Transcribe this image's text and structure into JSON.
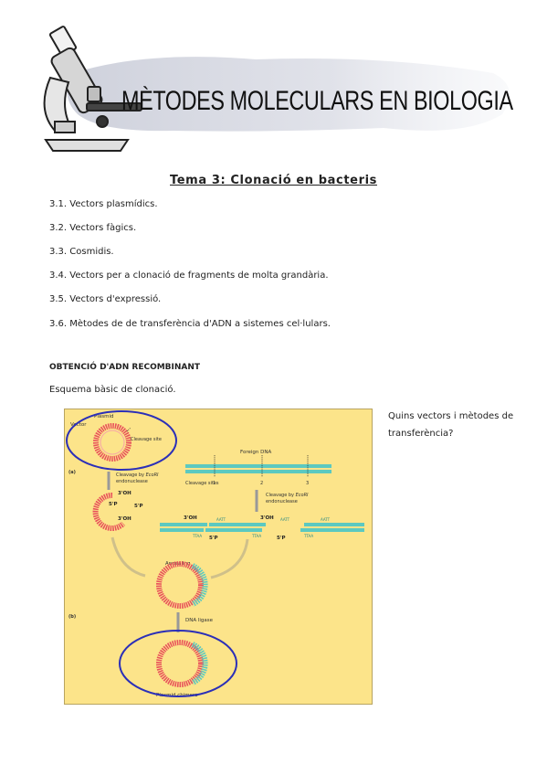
{
  "header": {
    "title": "MÈTODES MOLECULARS EN BIOLOGIA",
    "subtitle": "Tema 3: Clonació en bacteris"
  },
  "toc": [
    "3.1. Vectors plasmídics.",
    "3.2. Vectors fàgics.",
    "3.3. Cosmidis.",
    "3.4. Vectors per a clonació de fragments de molta grandària.",
    "3.5. Vectors d'expressió.",
    "3.6. Mètodes de de transferència d'ADN a sistemes cel·lulars."
  ],
  "section": {
    "heading": "OBTENCIÓ D'ADN RECOMBINANT",
    "subheading": "Esquema bàsic de clonació.",
    "question": "Quins vectors i mètodes de transferència?"
  },
  "diagram": {
    "labels": {
      "plasmid": "Plasmid",
      "vector": "Vector",
      "cleavage_site": "Cleavage site",
      "panel_a": "(a)",
      "panel_b": "(b)",
      "cleavage_by": "Cleavage by",
      "ecori": "EcoRI",
      "endonuclease": "endonuclease",
      "foreign_dna": "Foreign DNA",
      "cleavage_sites": "Cleavage sites",
      "site1": "1",
      "site2": "2",
      "site3": "3",
      "oh3": "3'OH",
      "p5": "5'P",
      "annealing": "Annealing",
      "dna_ligase": "DNA ligase",
      "plasmid_chimera": "Plasmid chimera",
      "aatt": "AATT",
      "ttaa": "TTAA"
    },
    "colors": {
      "background": "#fce48a",
      "plasmid": "#e8505b",
      "foreign": "#5cc9c0",
      "highlight": "#2b2fb8"
    }
  }
}
